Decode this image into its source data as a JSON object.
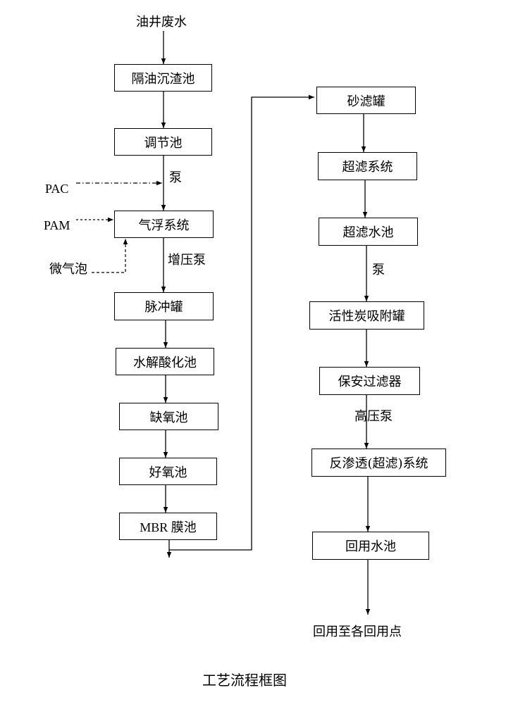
{
  "flow": {
    "source": "油井废水",
    "steps_left": [
      "隔油沉渣池",
      "调节池",
      "气浮系统",
      "脉冲罐",
      "水解酸化池",
      "缺氧池",
      "好氧池",
      "MBR 膜池"
    ],
    "steps_right": [
      "砂滤罐",
      "超滤系统",
      "超滤水池",
      "活性炭吸附罐",
      "保安过滤器",
      "反渗透(超滤)系统",
      "回用水池"
    ],
    "sink": "回用至各回用点",
    "labels": {
      "pump1": "泵",
      "booster_pump": "增压泵",
      "pump2": "泵",
      "high_pressure_pump": "高压泵"
    },
    "inputs": {
      "pac": "PAC",
      "pam": "PAM",
      "microbubble": "微气泡"
    }
  },
  "caption": "工艺流程框图"
}
